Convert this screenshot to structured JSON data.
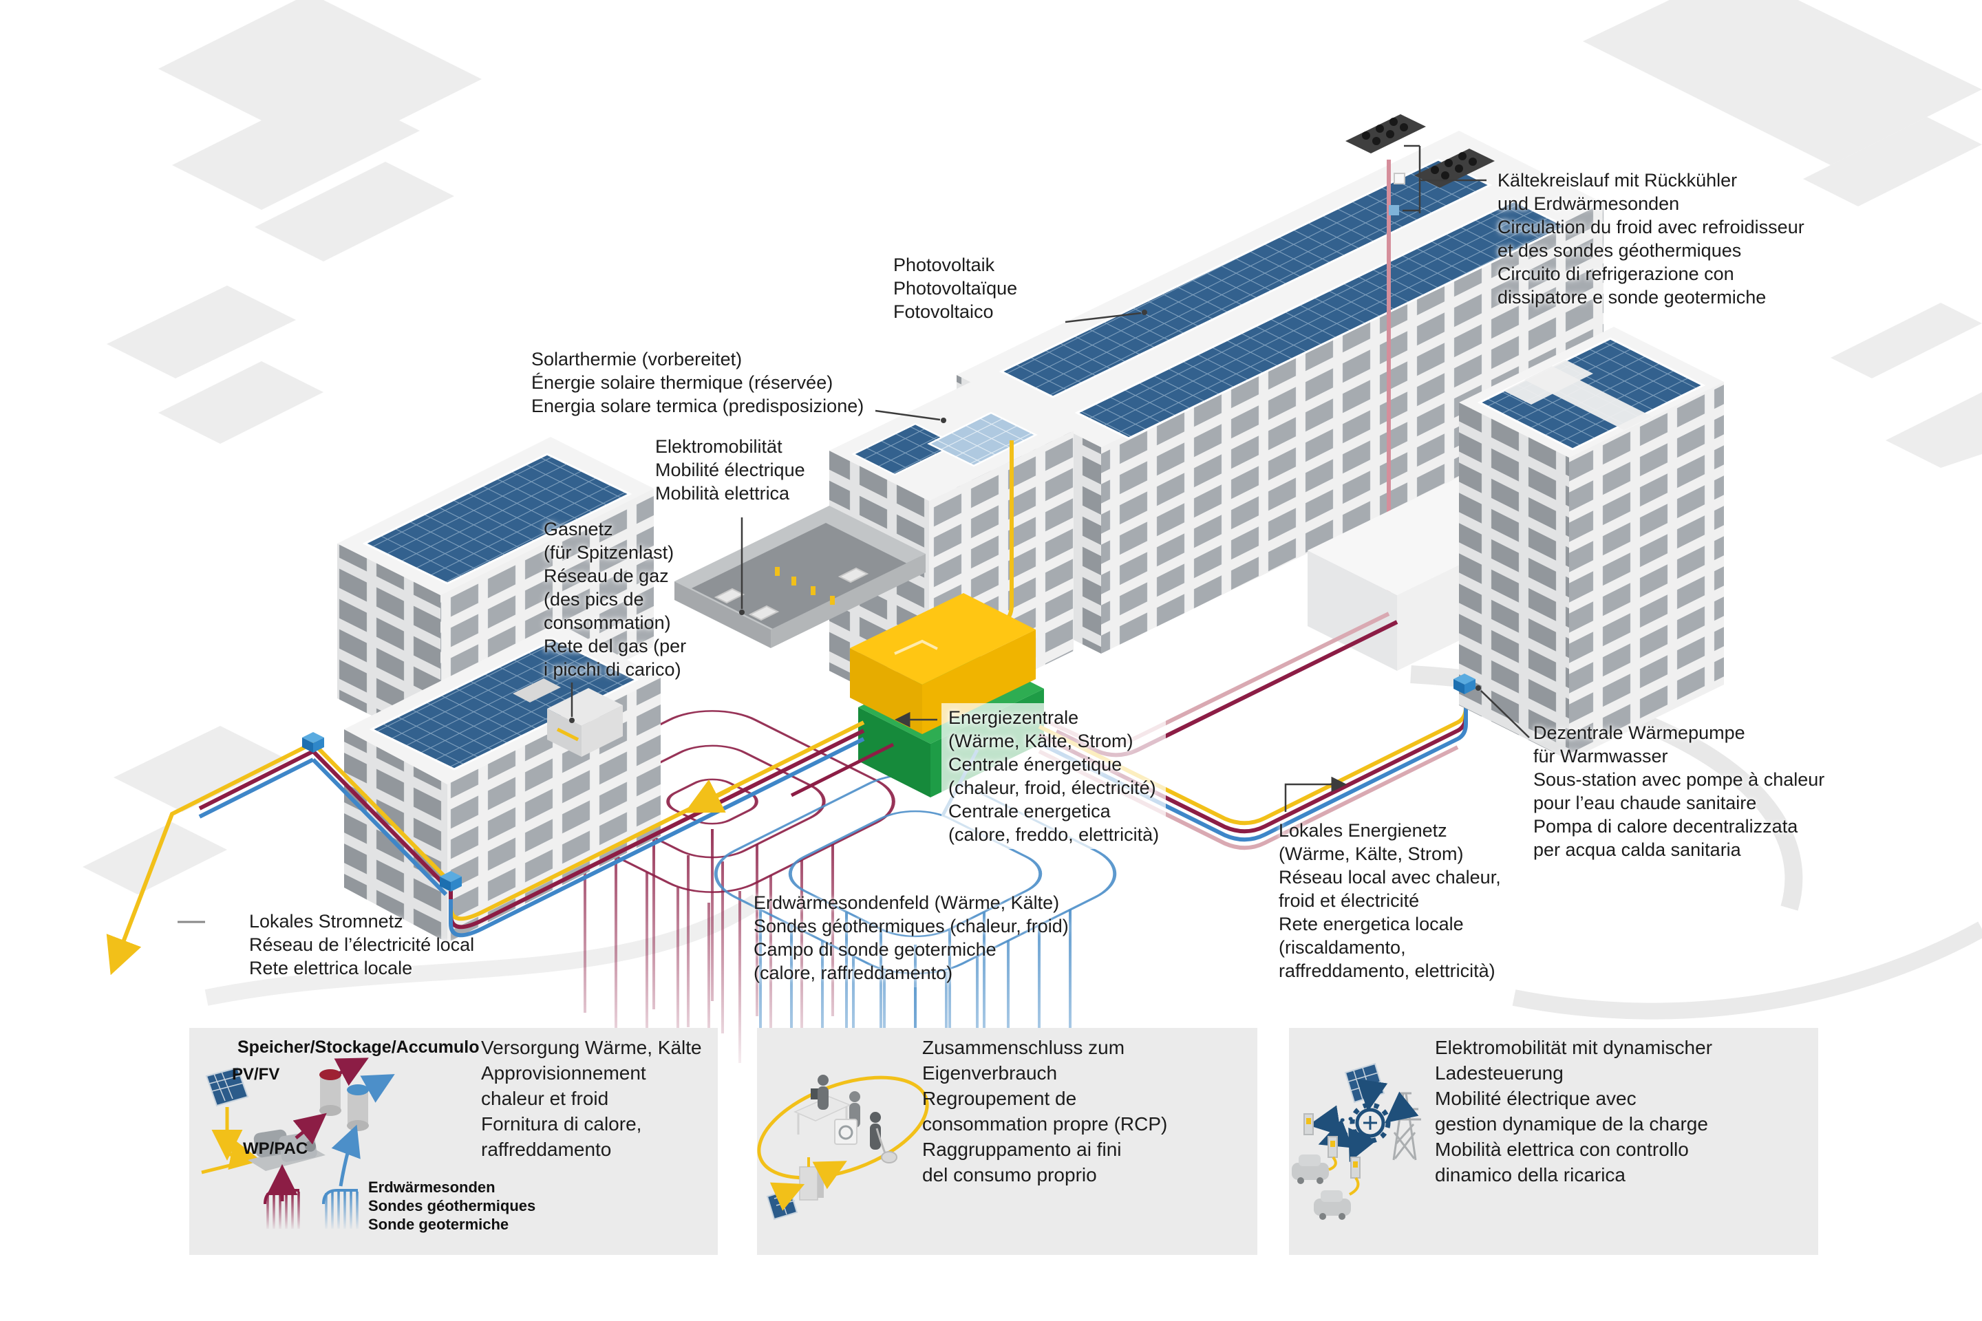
{
  "diagram": {
    "labels": {
      "kaeltekreislauf": {
        "lines": [
          "Kältekreislauf mit Rückkühler",
          "und Erdwärmesonden",
          "Circulation du froid avec refroidisseur",
          "et des sondes géothermiques",
          "Circuito di refrigerazione con",
          "dissipatore e sonde geotermiche"
        ]
      },
      "photovoltaik": {
        "lines": [
          "Photovoltaik",
          "Photovoltaïque",
          "Fotovoltaico"
        ]
      },
      "solarthermie": {
        "lines": [
          "Solarthermie (vorbereitet)",
          "Énergie solaire thermique (réservée)",
          "Energia solare termica (predisposizione)"
        ]
      },
      "elektromobilitaet": {
        "lines": [
          "Elektromobilität",
          "Mobilité électrique",
          "Mobilità elettrica"
        ]
      },
      "gasnetz": {
        "lines": [
          "Gasnetz",
          "(für Spitzenlast)",
          "Réseau de gaz",
          "(des pics de",
          "consommation)",
          "Rete del gas (per",
          "i picchi di carico)"
        ]
      },
      "energiezentrale": {
        "lines": [
          "Energiezentrale",
          "(Wärme, Kälte, Strom)",
          "Centrale énergetique",
          "(chaleur, froid, électricité)",
          "Centrale energetica",
          "(calore, freddo, elettricità)"
        ]
      },
      "erdwaermesondenfeld": {
        "lines": [
          "Erdwärmesondenfeld (Wärme, Kälte)",
          "Sondes géothermiques (chaleur, froid)",
          "Campo di sonde geotermiche",
          "(calore, raffreddamento)"
        ]
      },
      "lokales_stromnetz": {
        "lines": [
          "Lokales Stromnetz",
          "Réseau de l’électricité local",
          "Rete elettrica locale"
        ]
      },
      "lokales_energienetz": {
        "lines": [
          "Lokales Energienetz",
          "(Wärme, Kälte, Strom)",
          "Réseau local avec chaleur,",
          "froid et électricité",
          "Rete energetica locale",
          "(riscaldamento,",
          "raffreddamento, elettricità)"
        ]
      },
      "dezentrale_waermepumpe": {
        "lines": [
          "Dezentrale Wärmepumpe",
          "für Warmwasser",
          "Sous-station avec pompe à chaleur",
          "pour l’eau chaude sanitaire",
          "Pompa di calore decentralizzata",
          "per acqua calda sanitaria"
        ]
      }
    },
    "colors": {
      "electricity_yellow": "#F2C019",
      "heat_maroon": "#8C1D45",
      "cold_blue": "#3E86C8",
      "return_pink": "#D9A9B2",
      "pv_panel_blue": "#33618E",
      "solar_thermal_light": "#AFC9E0",
      "energy_center_yellow": "#FFC613",
      "energy_center_green": "#2EAD52",
      "connector_blue": "#2F87C9"
    }
  },
  "legend": {
    "box1": {
      "speicher_label": "Speicher/Stockage/Accumulo",
      "pv_label": "PV/FV",
      "wp_label": "WP/PAC",
      "sonden_lines": [
        "Erdwärmesonden",
        "Sondes géothermiques",
        "Sonde geotermiche"
      ],
      "text_lines": [
        "Versorgung Wärme, Kälte",
        "Approvisionnement",
        "chaleur et froid",
        "Fornitura di calore,",
        "raffreddamento"
      ]
    },
    "box2": {
      "text_lines": [
        "Zusammenschluss zum",
        "Eigenverbrauch",
        "Regroupement de",
        "consommation propre (RCP)",
        "Raggruppamento ai fini",
        "del consumo proprio"
      ]
    },
    "box3": {
      "text_lines": [
        "Elektromobilität mit dynamischer",
        "Ladesteuerung",
        "Mobilité électrique avec",
        "gestion dynamique de la charge",
        "Mobilità elettrica con controllo",
        "dinamico della ricarica"
      ]
    }
  }
}
